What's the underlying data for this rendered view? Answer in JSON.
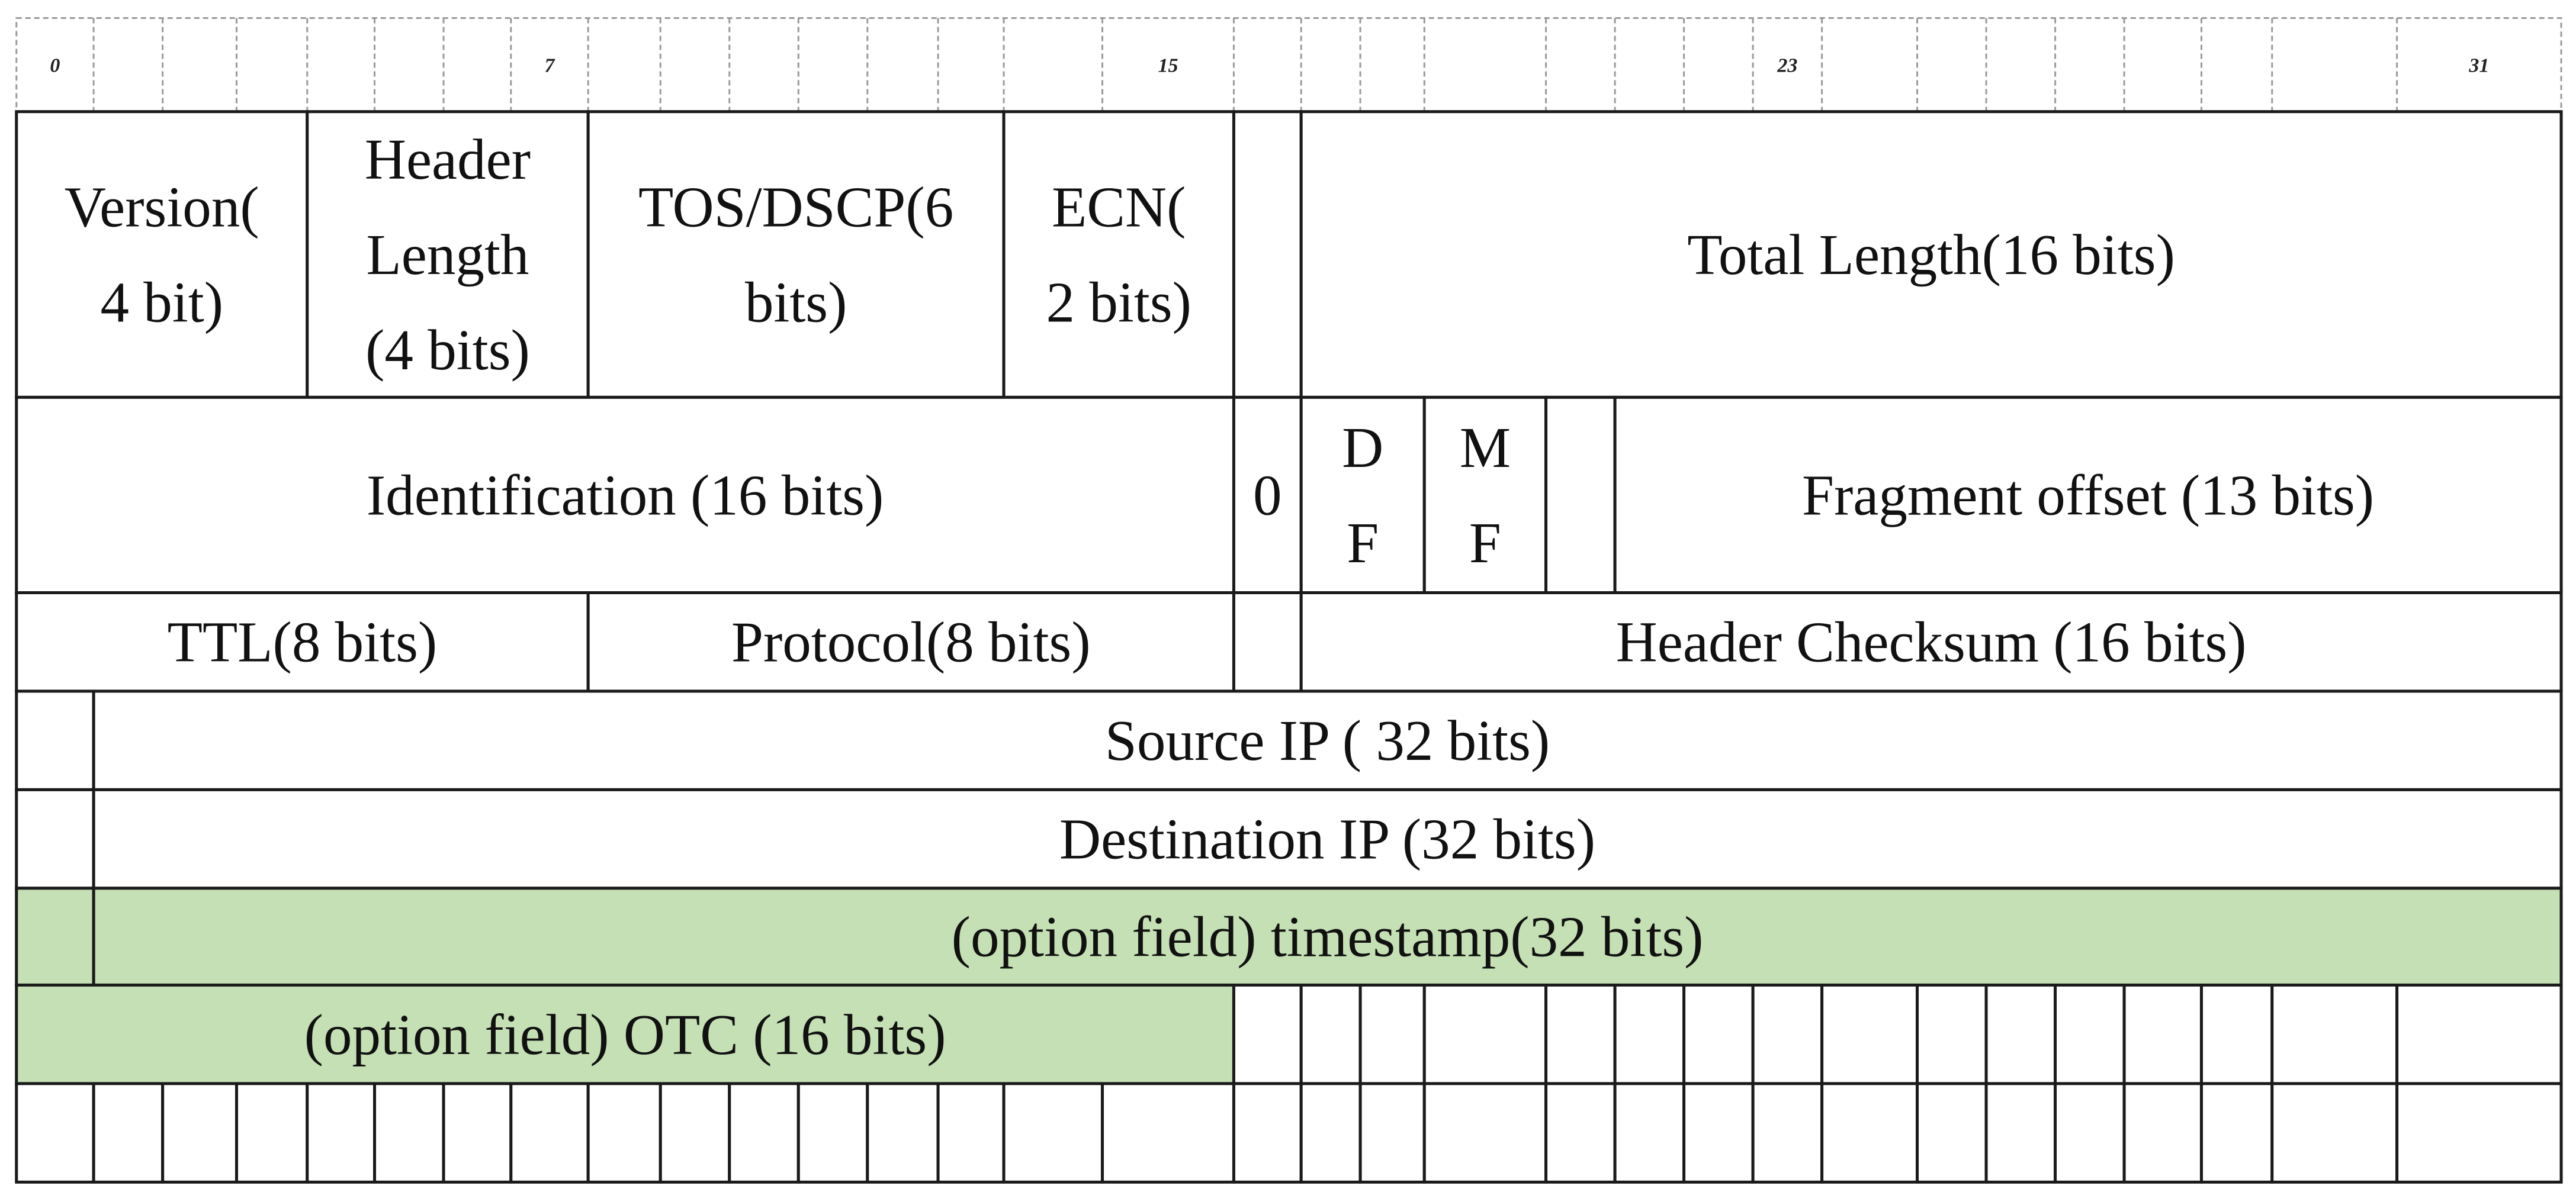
{
  "bit_ruler": {
    "labels": [
      {
        "bit": 0,
        "text": "0"
      },
      {
        "bit": 7,
        "text": "7"
      },
      {
        "bit": 15,
        "text": "15"
      },
      {
        "bit": 23,
        "text": "23"
      },
      {
        "bit": 31,
        "text": "31"
      }
    ]
  },
  "rows": [
    {
      "name": "row-1",
      "cells": [
        {
          "name": "version-field",
          "lines": [
            "Version(",
            "4 bit)"
          ]
        },
        {
          "name": "header-length-field",
          "lines": [
            "Header",
            "Length",
            "(4 bits)"
          ]
        },
        {
          "name": "tos-dscp-field",
          "lines": [
            "TOS/DSCP(6",
            "bits)"
          ]
        },
        {
          "name": "ecn-field",
          "lines": [
            "ECN(",
            "2 bits)"
          ]
        },
        {
          "name": "row-1-blank-cell",
          "lines": []
        },
        {
          "name": "total-length-field",
          "lines": [
            "Total Length(16 bits)"
          ]
        }
      ]
    },
    {
      "name": "row-2",
      "cells": [
        {
          "name": "identification-field",
          "lines": [
            "Identification (16 bits)"
          ]
        },
        {
          "name": "reserved-zero-flag",
          "lines": [
            "0"
          ]
        },
        {
          "name": "df-flag",
          "lines": [
            "D",
            "F"
          ]
        },
        {
          "name": "mf-flag",
          "lines": [
            "M",
            "F"
          ]
        },
        {
          "name": "row-2-blank-cell",
          "lines": []
        },
        {
          "name": "fragment-offset-field",
          "lines": [
            "Fragment offset (13 bits)"
          ]
        }
      ]
    },
    {
      "name": "row-3",
      "cells": [
        {
          "name": "ttl-field",
          "lines": [
            "TTL(8 bits)"
          ]
        },
        {
          "name": "protocol-field",
          "lines": [
            "Protocol(8 bits)"
          ]
        },
        {
          "name": "row-3-blank-cell",
          "lines": []
        },
        {
          "name": "header-checksum-field",
          "lines": [
            "Header Checksum (16 bits)"
          ]
        }
      ]
    },
    {
      "name": "row-4",
      "cells": [
        {
          "name": "row-4-blank-cell",
          "lines": []
        },
        {
          "name": "source-ip-field",
          "lines": [
            "Source IP ( 32 bits)"
          ]
        }
      ]
    },
    {
      "name": "row-5",
      "cells": [
        {
          "name": "row-5-blank-cell",
          "lines": []
        },
        {
          "name": "destination-ip-field",
          "lines": [
            "Destination IP (32 bits)"
          ]
        }
      ]
    },
    {
      "name": "row-6",
      "cells": [
        {
          "name": "row-6-blank-cell",
          "lines": [],
          "highlight": true
        },
        {
          "name": "timestamp-option-field",
          "lines": [
            "(option field) timestamp(32 bits)"
          ],
          "highlight": true
        }
      ]
    },
    {
      "name": "row-7",
      "cells": [
        {
          "name": "otc-option-field",
          "lines": [
            "(option field) OTC (16 bits)"
          ],
          "highlight": true
        }
      ]
    },
    {
      "name": "row-8",
      "cells": []
    }
  ],
  "colors": {
    "highlight": "#c5e0b4",
    "border": "#1a1a1a",
    "ruler_border": "#9a9a9a"
  }
}
